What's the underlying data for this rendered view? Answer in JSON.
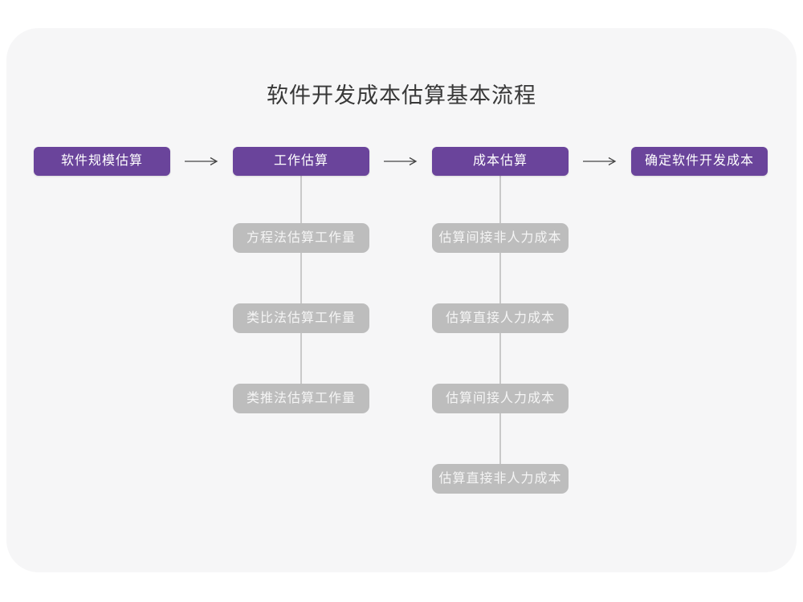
{
  "title": "软件开发成本估算基本流程",
  "stages": [
    {
      "label": "软件规模估算"
    },
    {
      "label": "工作估算"
    },
    {
      "label": "成本估算"
    },
    {
      "label": "确定软件开发成本"
    }
  ],
  "work_substeps": [
    "方程法估算工作量",
    "类比法估算工作量",
    "类推法估算工作量"
  ],
  "cost_substeps": [
    "估算间接非人力成本",
    "估算直接人力成本",
    "估算间接人力成本",
    "估算直接非人力成本"
  ],
  "colors": {
    "stage_bg": "#6a449b",
    "substep_bg": "#bdbdbd",
    "card_bg": "#f6f6f7",
    "connector_line": "#c9c9c9",
    "arrow": "#454545",
    "title_text": "#383838"
  }
}
